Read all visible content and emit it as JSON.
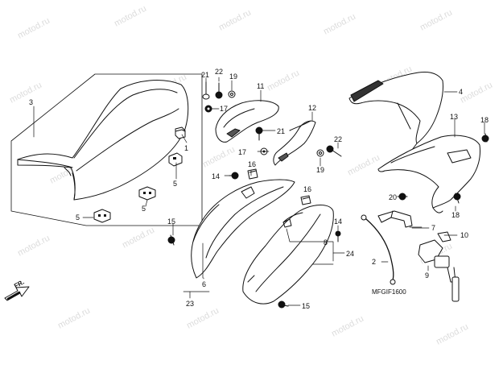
{
  "diagram": {
    "code": "MFGIF1600",
    "direction_label": "FR.",
    "watermark": "motod.ru",
    "part_labels": [
      {
        "id": "p1",
        "text": "1"
      },
      {
        "id": "p2",
        "text": "2"
      },
      {
        "id": "p3",
        "text": "3"
      },
      {
        "id": "p4",
        "text": "4"
      },
      {
        "id": "p5a",
        "text": "5"
      },
      {
        "id": "p5b",
        "text": "5"
      },
      {
        "id": "p5c",
        "text": "5"
      },
      {
        "id": "p6",
        "text": "6"
      },
      {
        "id": "p7",
        "text": "7"
      },
      {
        "id": "p8",
        "text": "8"
      },
      {
        "id": "p9",
        "text": "9"
      },
      {
        "id": "p10",
        "text": "10"
      },
      {
        "id": "p11",
        "text": "11"
      },
      {
        "id": "p12",
        "text": "12"
      },
      {
        "id": "p13",
        "text": "13"
      },
      {
        "id": "p14a",
        "text": "14"
      },
      {
        "id": "p14b",
        "text": "14"
      },
      {
        "id": "p15a",
        "text": "15"
      },
      {
        "id": "p15b",
        "text": "15"
      },
      {
        "id": "p16",
        "text": "16"
      },
      {
        "id": "p17a",
        "text": "17"
      },
      {
        "id": "p17b",
        "text": "17"
      },
      {
        "id": "p18a",
        "text": "18"
      },
      {
        "id": "p18b",
        "text": "18"
      },
      {
        "id": "p19a",
        "text": "19"
      },
      {
        "id": "p19b",
        "text": "19"
      },
      {
        "id": "p20",
        "text": "20"
      },
      {
        "id": "p21a",
        "text": "21"
      },
      {
        "id": "p21b",
        "text": "21"
      },
      {
        "id": "p22a",
        "text": "22"
      },
      {
        "id": "p22b",
        "text": "22"
      },
      {
        "id": "p23",
        "text": "23"
      },
      {
        "id": "p24",
        "text": "24"
      }
    ]
  }
}
